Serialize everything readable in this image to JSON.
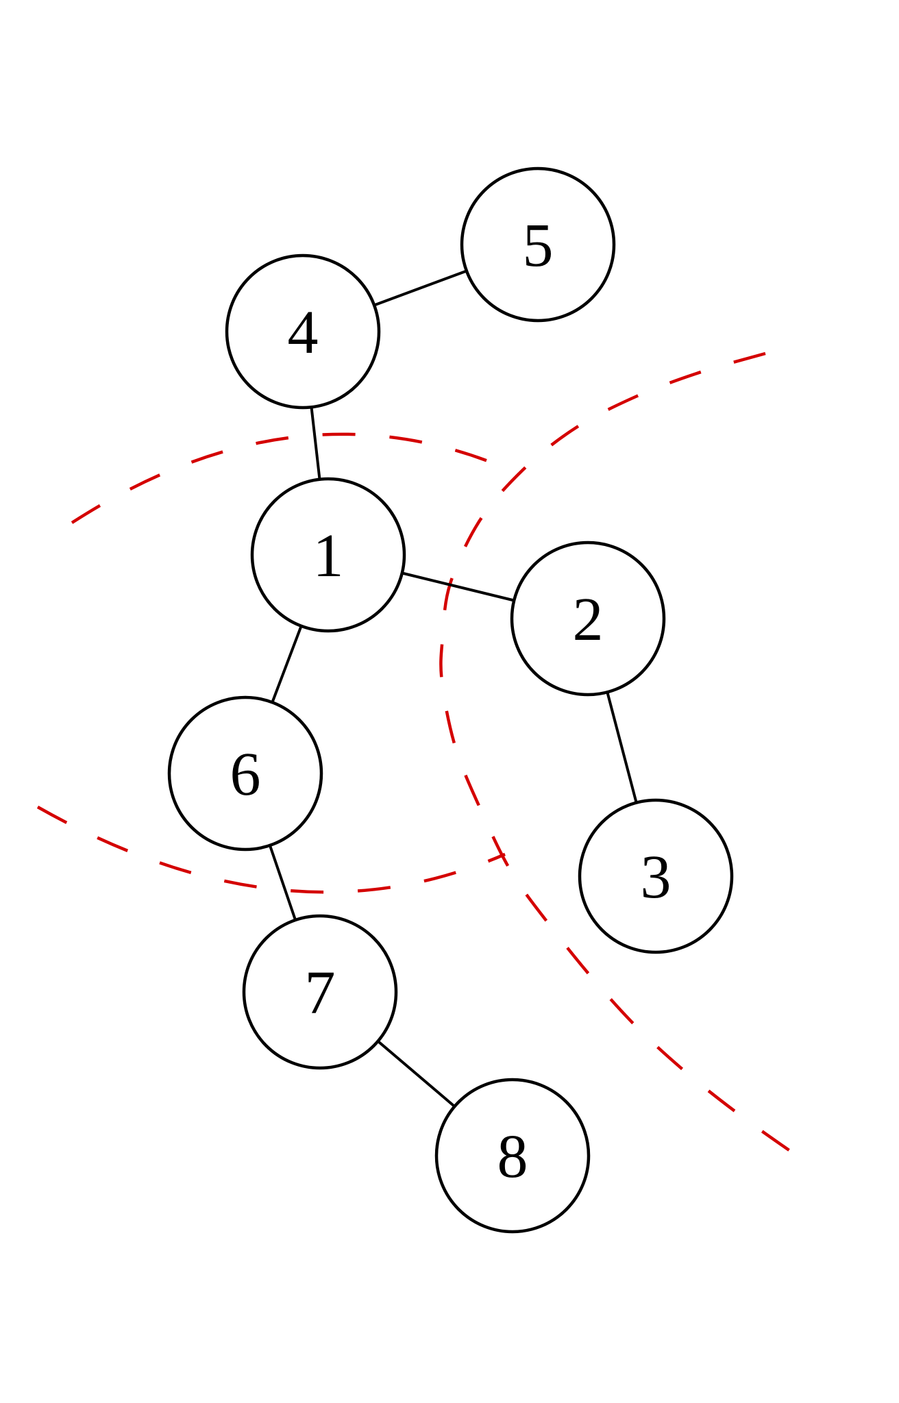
{
  "diagram": {
    "type": "graph",
    "nodes": [
      {
        "id": "1",
        "label": "1"
      },
      {
        "id": "2",
        "label": "2"
      },
      {
        "id": "3",
        "label": "3"
      },
      {
        "id": "4",
        "label": "4"
      },
      {
        "id": "5",
        "label": "5"
      },
      {
        "id": "6",
        "label": "6"
      },
      {
        "id": "7",
        "label": "7"
      },
      {
        "id": "8",
        "label": "8"
      }
    ],
    "edges": [
      {
        "from": "4",
        "to": "5"
      },
      {
        "from": "4",
        "to": "1"
      },
      {
        "from": "1",
        "to": "2"
      },
      {
        "from": "1",
        "to": "6"
      },
      {
        "from": "2",
        "to": "3"
      },
      {
        "from": "6",
        "to": "7"
      },
      {
        "from": "7",
        "to": "8"
      }
    ],
    "cut_lines": [
      {
        "id": "upper-arc",
        "style": "dashed",
        "color": "#d40000"
      },
      {
        "id": "lower-arc",
        "style": "dashed",
        "color": "#d40000"
      },
      {
        "id": "right-curve",
        "style": "dashed",
        "color": "#d40000"
      }
    ],
    "node_stroke_color": "#000000",
    "node_fill_color": "#ffffff",
    "edge_color": "#000000"
  }
}
